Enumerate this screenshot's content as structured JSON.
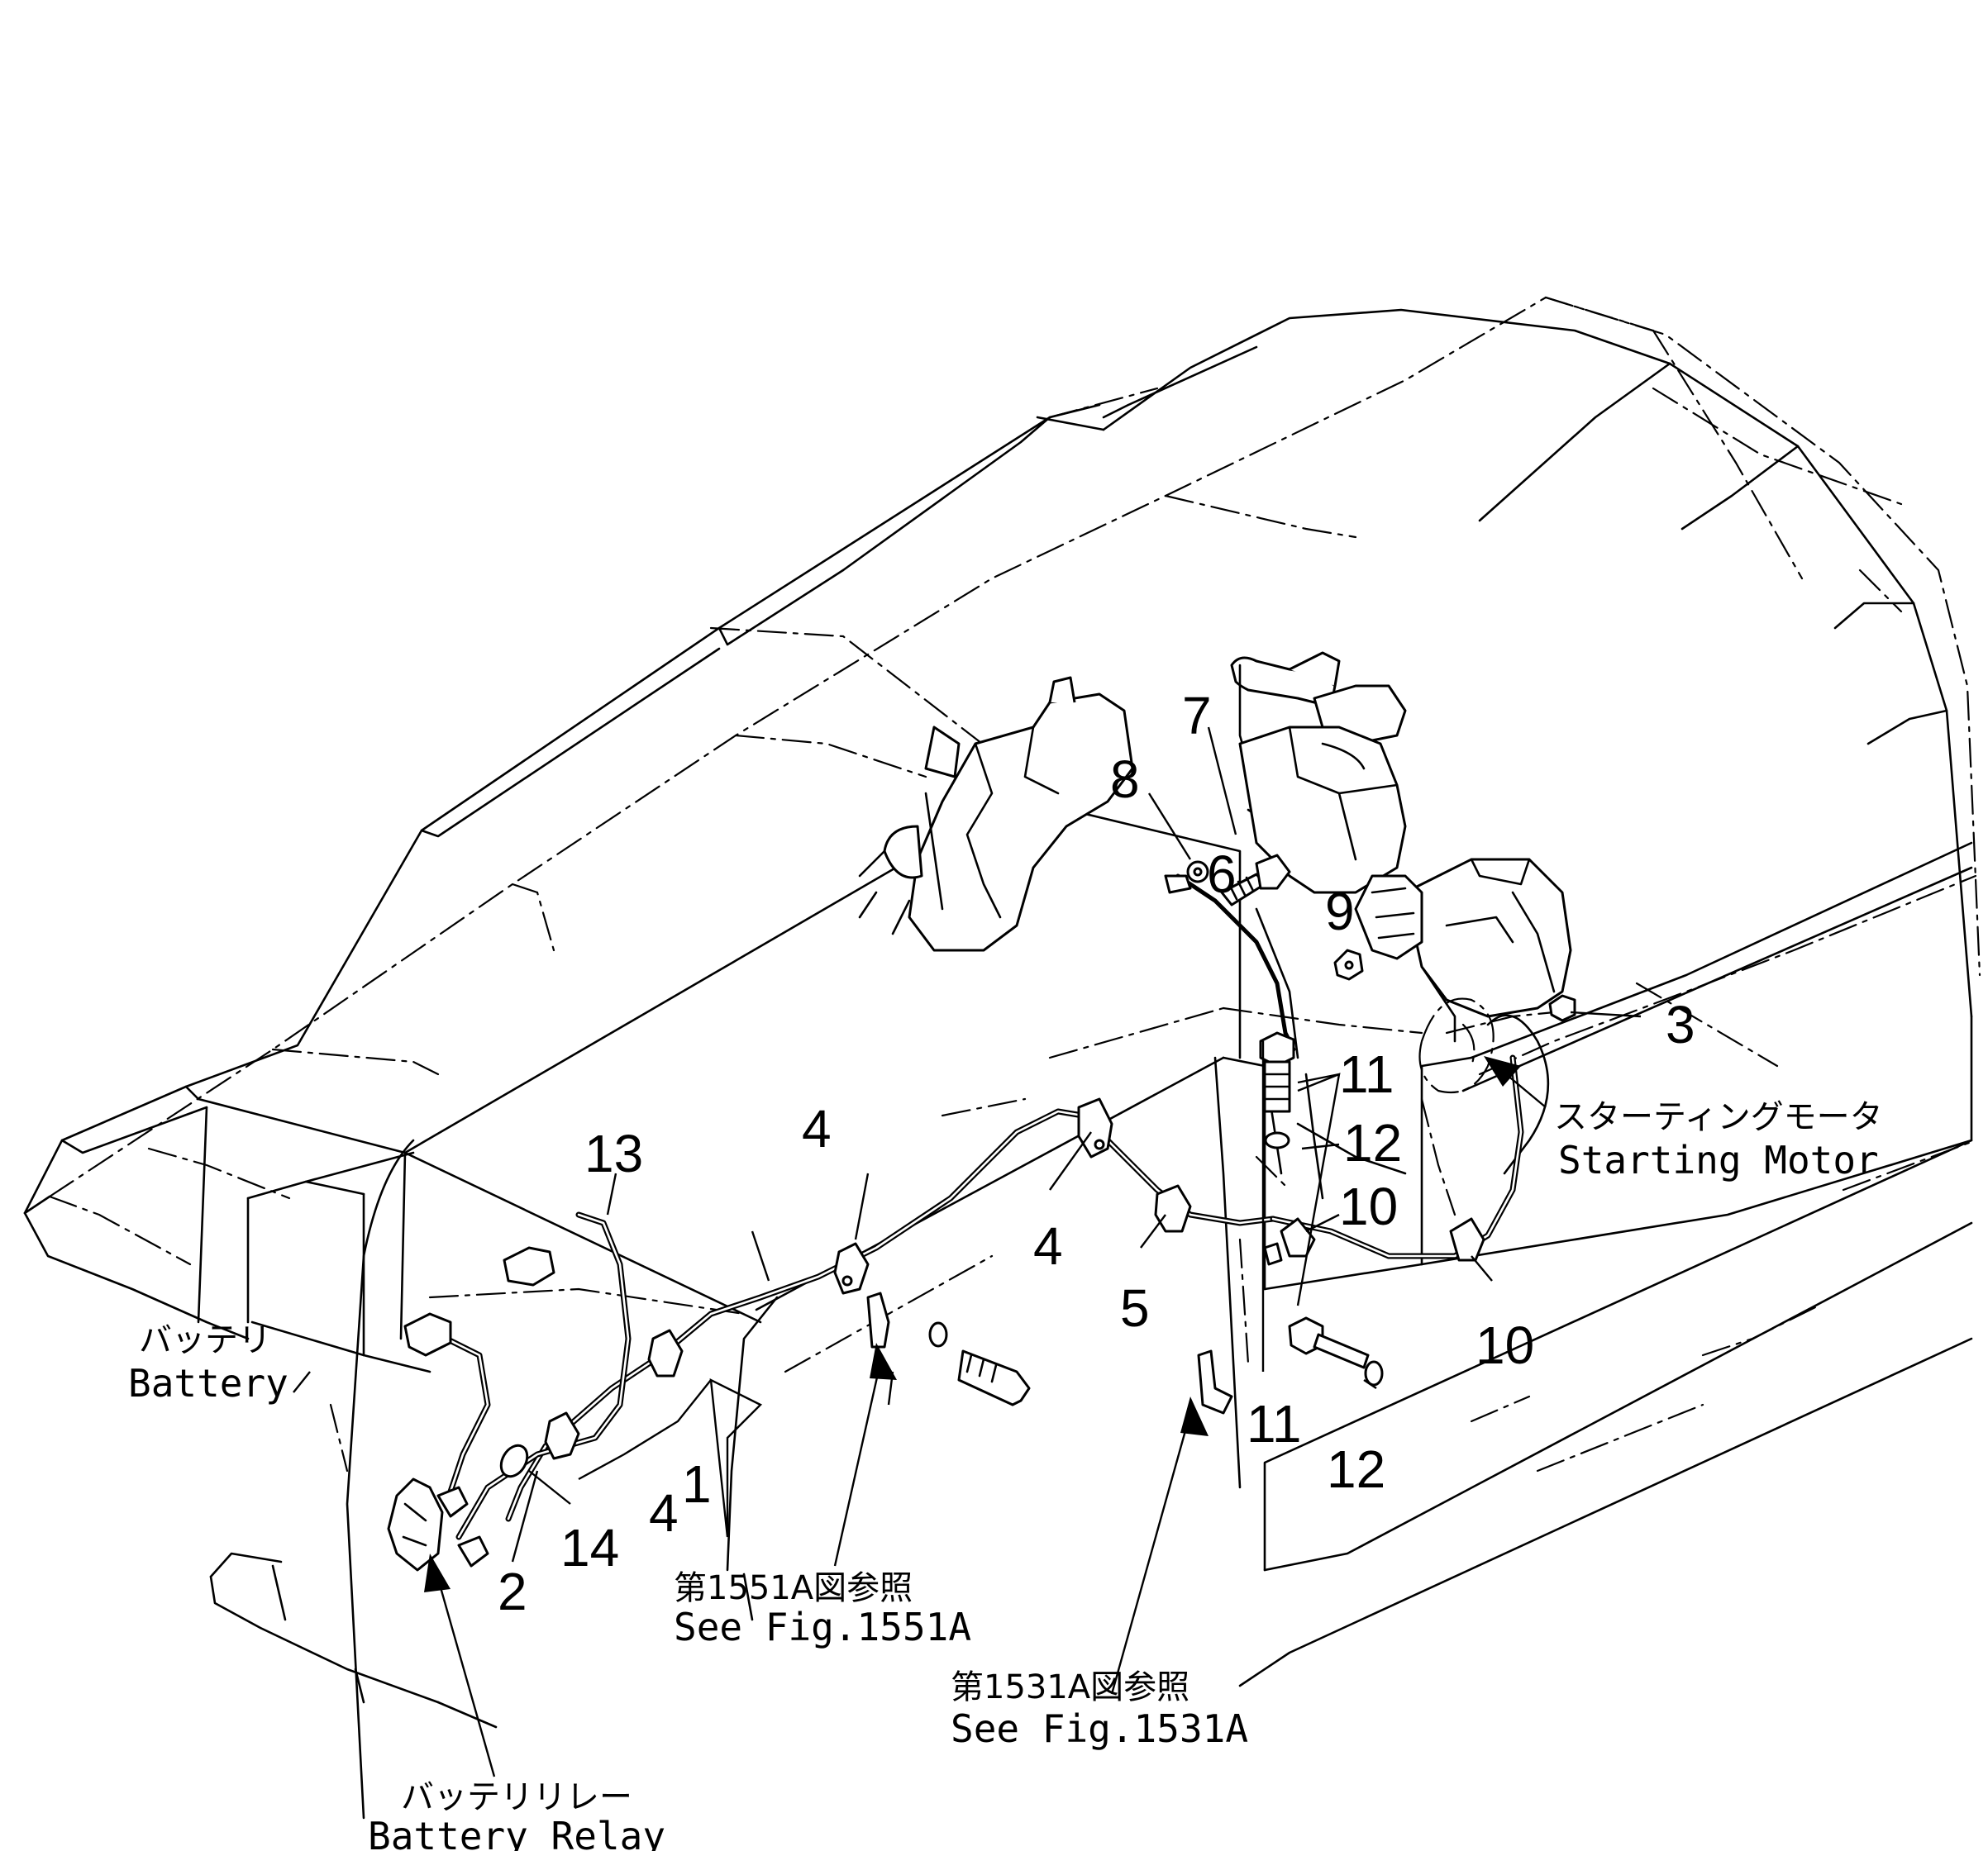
{
  "callouts": {
    "c1": "1",
    "c2": "2",
    "c3": "3",
    "c4a": "4",
    "c4b": "4",
    "c4c": "4",
    "c5": "5",
    "c6": "6",
    "c7": "7",
    "c8": "8",
    "c9": "9",
    "c10a": "10",
    "c10b": "10",
    "c11a": "11",
    "c11b": "11",
    "c12a": "12",
    "c12b": "12",
    "c13": "13",
    "c14": "14"
  },
  "labels": {
    "battery_jp": "バッテリ",
    "battery_en": "Battery",
    "battery_relay_jp": "バッテリリレー",
    "battery_relay_en": "Battery Relay",
    "starting_motor_jp": "スターティングモータ",
    "starting_motor_en": "Starting Motor",
    "ref1551_jp": "第1551A図参照",
    "ref1551_en": "See Fig.1551A",
    "ref1531_jp": "第1531A図参照",
    "ref1531_en": "See Fig.1531A"
  }
}
